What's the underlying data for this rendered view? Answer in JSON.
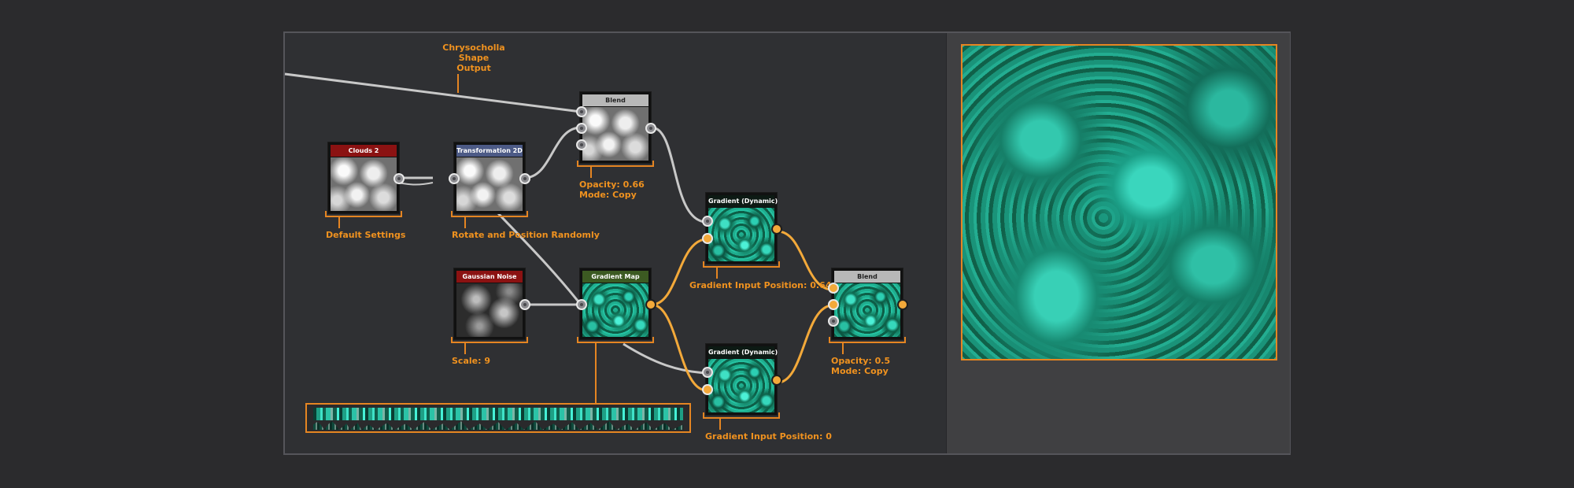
{
  "graph": {
    "output_label": [
      "Chrysocholla",
      "Shape",
      "Output"
    ],
    "nodes": {
      "clouds": {
        "title": "Clouds 2",
        "label": "Default Settings"
      },
      "transform": {
        "title": "Transformation 2D",
        "label": "Rotate and Position Randomly"
      },
      "blend_top": {
        "title": "Blend",
        "opacity_label": "Opacity:",
        "opacity": "0.66",
        "mode_label": "Mode:",
        "mode": "Copy"
      },
      "gaussian": {
        "title": "Gaussian Noise",
        "scale_label": "Scale:",
        "scale": "9"
      },
      "gradient_map": {
        "title": "Gradient Map"
      },
      "grad_dyn_top": {
        "title": "Gradient (Dynamic)",
        "label": "Gradient Input Position:",
        "value": "0.64"
      },
      "grad_dyn_bottom": {
        "title": "Gradient (Dynamic)",
        "label": "Gradient Input Position:",
        "value": "0"
      },
      "blend_right": {
        "title": "Blend",
        "opacity_label": "Opacity:",
        "opacity": "0.5",
        "mode_label": "Mode:",
        "mode": "Copy"
      }
    }
  },
  "colors": {
    "accent": "#e58522",
    "wire_gray": "#c8c8c8",
    "wire_orange": "#f3a93a"
  }
}
